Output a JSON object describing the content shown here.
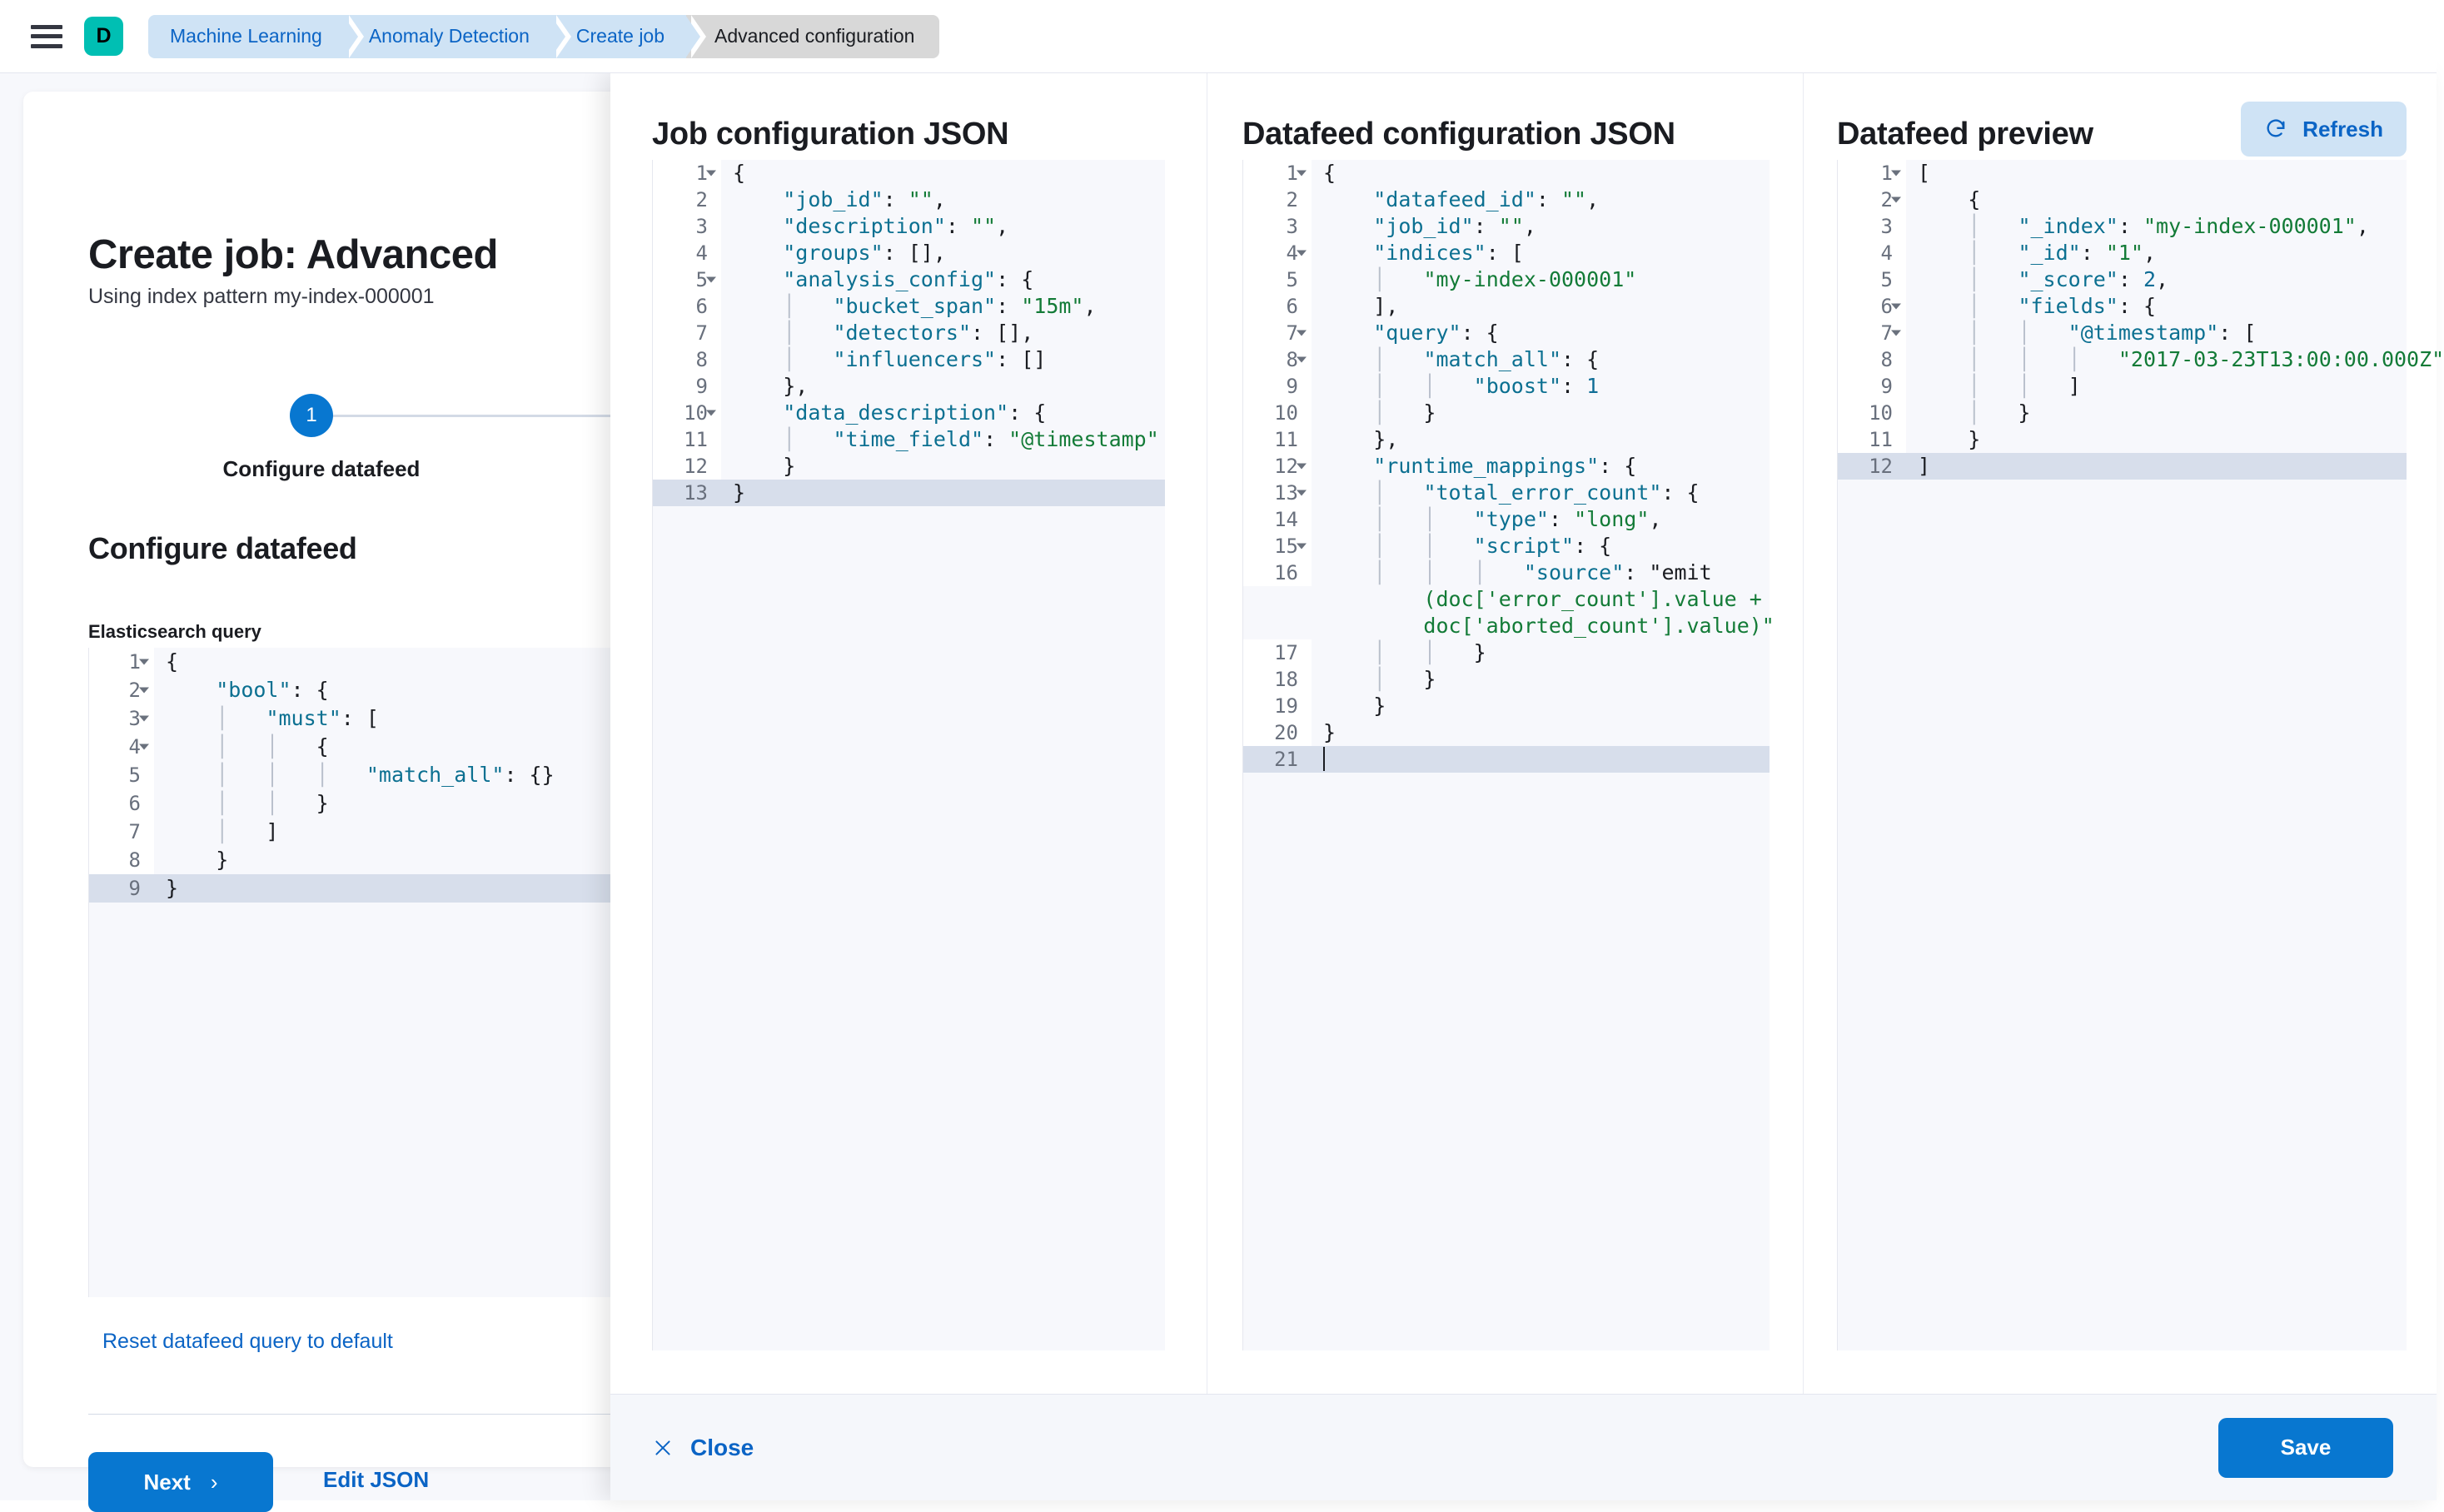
{
  "topbar": {
    "menu_icon": "hamburger-menu-icon",
    "space_avatar_letter": "D",
    "breadcrumbs": [
      {
        "label": "Machine Learning",
        "current": false
      },
      {
        "label": "Anomaly Detection",
        "current": false
      },
      {
        "label": "Create job",
        "current": false
      },
      {
        "label": "Advanced configuration",
        "current": true
      }
    ]
  },
  "page": {
    "title": "Create job: Advanced",
    "subtitle": "Using index pattern my-index-000001",
    "step_number": "1",
    "step_label": "Configure datafeed",
    "section_title": "Configure datafeed",
    "field_label": "Elasticsearch query",
    "reset_link": "Reset datafeed query to default",
    "next_button": "Next",
    "next_chevron": "›",
    "edit_json_link": "Edit JSON",
    "query_editor": {
      "lines": [
        {
          "n": "1",
          "fold": true,
          "code": "{"
        },
        {
          "n": "2",
          "fold": true,
          "code": "    \"bool\": {"
        },
        {
          "n": "3",
          "fold": true,
          "code": "    |   \"must\": ["
        },
        {
          "n": "4",
          "fold": true,
          "code": "    |   |   {"
        },
        {
          "n": "5",
          "fold": false,
          "code": "    |   |   |   \"match_all\": {}"
        },
        {
          "n": "6",
          "fold": false,
          "code": "    |   |   }"
        },
        {
          "n": "7",
          "fold": false,
          "code": "    |   ]"
        },
        {
          "n": "8",
          "fold": false,
          "code": "    }"
        },
        {
          "n": "9",
          "fold": false,
          "code": "}",
          "active": true
        }
      ]
    }
  },
  "flyout": {
    "columns": [
      {
        "title": "Job configuration JSON",
        "editor_lines": [
          {
            "n": "1",
            "fold": true,
            "code": "{"
          },
          {
            "n": "2",
            "fold": false,
            "code": "    \"job_id\": \"\","
          },
          {
            "n": "3",
            "fold": false,
            "code": "    \"description\": \"\","
          },
          {
            "n": "4",
            "fold": false,
            "code": "    \"groups\": [],"
          },
          {
            "n": "5",
            "fold": true,
            "code": "    \"analysis_config\": {"
          },
          {
            "n": "6",
            "fold": false,
            "code": "    |   \"bucket_span\": \"15m\","
          },
          {
            "n": "7",
            "fold": false,
            "code": "    |   \"detectors\": [],"
          },
          {
            "n": "8",
            "fold": false,
            "code": "    |   \"influencers\": []"
          },
          {
            "n": "9",
            "fold": false,
            "code": "    },"
          },
          {
            "n": "10",
            "fold": true,
            "code": "    \"data_description\": {"
          },
          {
            "n": "11",
            "fold": false,
            "code": "    |   \"time_field\": \"@timestamp\""
          },
          {
            "n": "12",
            "fold": false,
            "code": "    }"
          },
          {
            "n": "13",
            "fold": false,
            "code": "}",
            "active": true
          }
        ]
      },
      {
        "title": "Datafeed configuration JSON",
        "editor_lines": [
          {
            "n": "1",
            "fold": true,
            "code": "{"
          },
          {
            "n": "2",
            "fold": false,
            "code": "    \"datafeed_id\": \"\","
          },
          {
            "n": "3",
            "fold": false,
            "code": "    \"job_id\": \"\","
          },
          {
            "n": "4",
            "fold": true,
            "code": "    \"indices\": ["
          },
          {
            "n": "5",
            "fold": false,
            "code": "    |   \"my-index-000001\""
          },
          {
            "n": "6",
            "fold": false,
            "code": "    ],"
          },
          {
            "n": "7",
            "fold": true,
            "code": "    \"query\": {"
          },
          {
            "n": "8",
            "fold": true,
            "code": "    |   \"match_all\": {"
          },
          {
            "n": "9",
            "fold": false,
            "code": "    |   |   \"boost\": 1"
          },
          {
            "n": "10",
            "fold": false,
            "code": "    |   }"
          },
          {
            "n": "11",
            "fold": false,
            "code": "    },"
          },
          {
            "n": "12",
            "fold": true,
            "code": "    \"runtime_mappings\": {"
          },
          {
            "n": "13",
            "fold": true,
            "code": "    |   \"total_error_count\": {"
          },
          {
            "n": "14",
            "fold": false,
            "code": "    |   |   \"type\": \"long\","
          },
          {
            "n": "15",
            "fold": true,
            "code": "    |   |   \"script\": {"
          },
          {
            "n": "16",
            "fold": false,
            "code": "    |   |   |   \"source\": \"emit\n        (doc['error_count'].value +\n        doc['aborted_count'].value)\""
          },
          {
            "n": "17",
            "fold": false,
            "code": "    |   |   }"
          },
          {
            "n": "18",
            "fold": false,
            "code": "    |   }"
          },
          {
            "n": "19",
            "fold": false,
            "code": "    }"
          },
          {
            "n": "20",
            "fold": false,
            "code": "}"
          },
          {
            "n": "21",
            "fold": false,
            "code": "",
            "active": true,
            "caret": true
          }
        ]
      },
      {
        "title": "Datafeed preview",
        "refresh_button": "Refresh",
        "refresh_icon": "refresh-icon",
        "editor_lines": [
          {
            "n": "1",
            "fold": true,
            "code": "["
          },
          {
            "n": "2",
            "fold": true,
            "code": "    {"
          },
          {
            "n": "3",
            "fold": false,
            "code": "    |   \"_index\": \"my-index-000001\","
          },
          {
            "n": "4",
            "fold": false,
            "code": "    |   \"_id\": \"1\","
          },
          {
            "n": "5",
            "fold": false,
            "code": "    |   \"_score\": 2,"
          },
          {
            "n": "6",
            "fold": true,
            "code": "    |   \"fields\": {"
          },
          {
            "n": "7",
            "fold": true,
            "code": "    |   |   \"@timestamp\": ["
          },
          {
            "n": "8",
            "fold": false,
            "code": "    |   |   |   \"2017-03-23T13:00:00.000Z\""
          },
          {
            "n": "9",
            "fold": false,
            "code": "    |   |   ]"
          },
          {
            "n": "10",
            "fold": false,
            "code": "    |   }"
          },
          {
            "n": "11",
            "fold": false,
            "code": "    }"
          },
          {
            "n": "12",
            "fold": false,
            "code": "]",
            "active": true
          }
        ]
      }
    ],
    "footer": {
      "close_label": "Close",
      "close_icon": "close-x-icon",
      "save_label": "Save"
    }
  },
  "colors": {
    "primary": "#0877d0",
    "link": "#0b64c5",
    "accent_space": "#00BFB3",
    "breadcrumb_bg": "#cfe3f5",
    "breadcrumb_current_bg": "#d8d8d8",
    "editor_bg": "#f7f8fc",
    "editor_active_line": "#d7deeb",
    "json_key": "#0c7091",
    "json_string": "#137b37"
  }
}
